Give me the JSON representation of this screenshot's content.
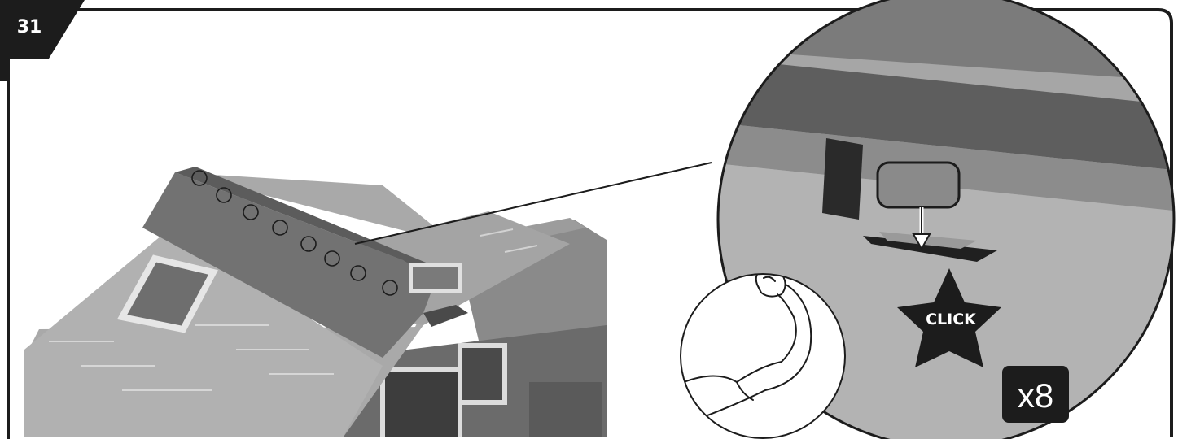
{
  "step": {
    "number": "31"
  },
  "detail": {
    "click_label": "CLICK",
    "quantity_label": "x8"
  },
  "colors": {
    "frame": "#1c1c1c",
    "roof_light": "#a9a9a9",
    "roof_dark": "#6f6f6f",
    "background": "#ffffff"
  },
  "icons": [
    "step-badge",
    "roof-assembly-illustration",
    "clip-detail-magnifier",
    "click-star-icon",
    "strong-arm-icon",
    "quantity-badge"
  ]
}
